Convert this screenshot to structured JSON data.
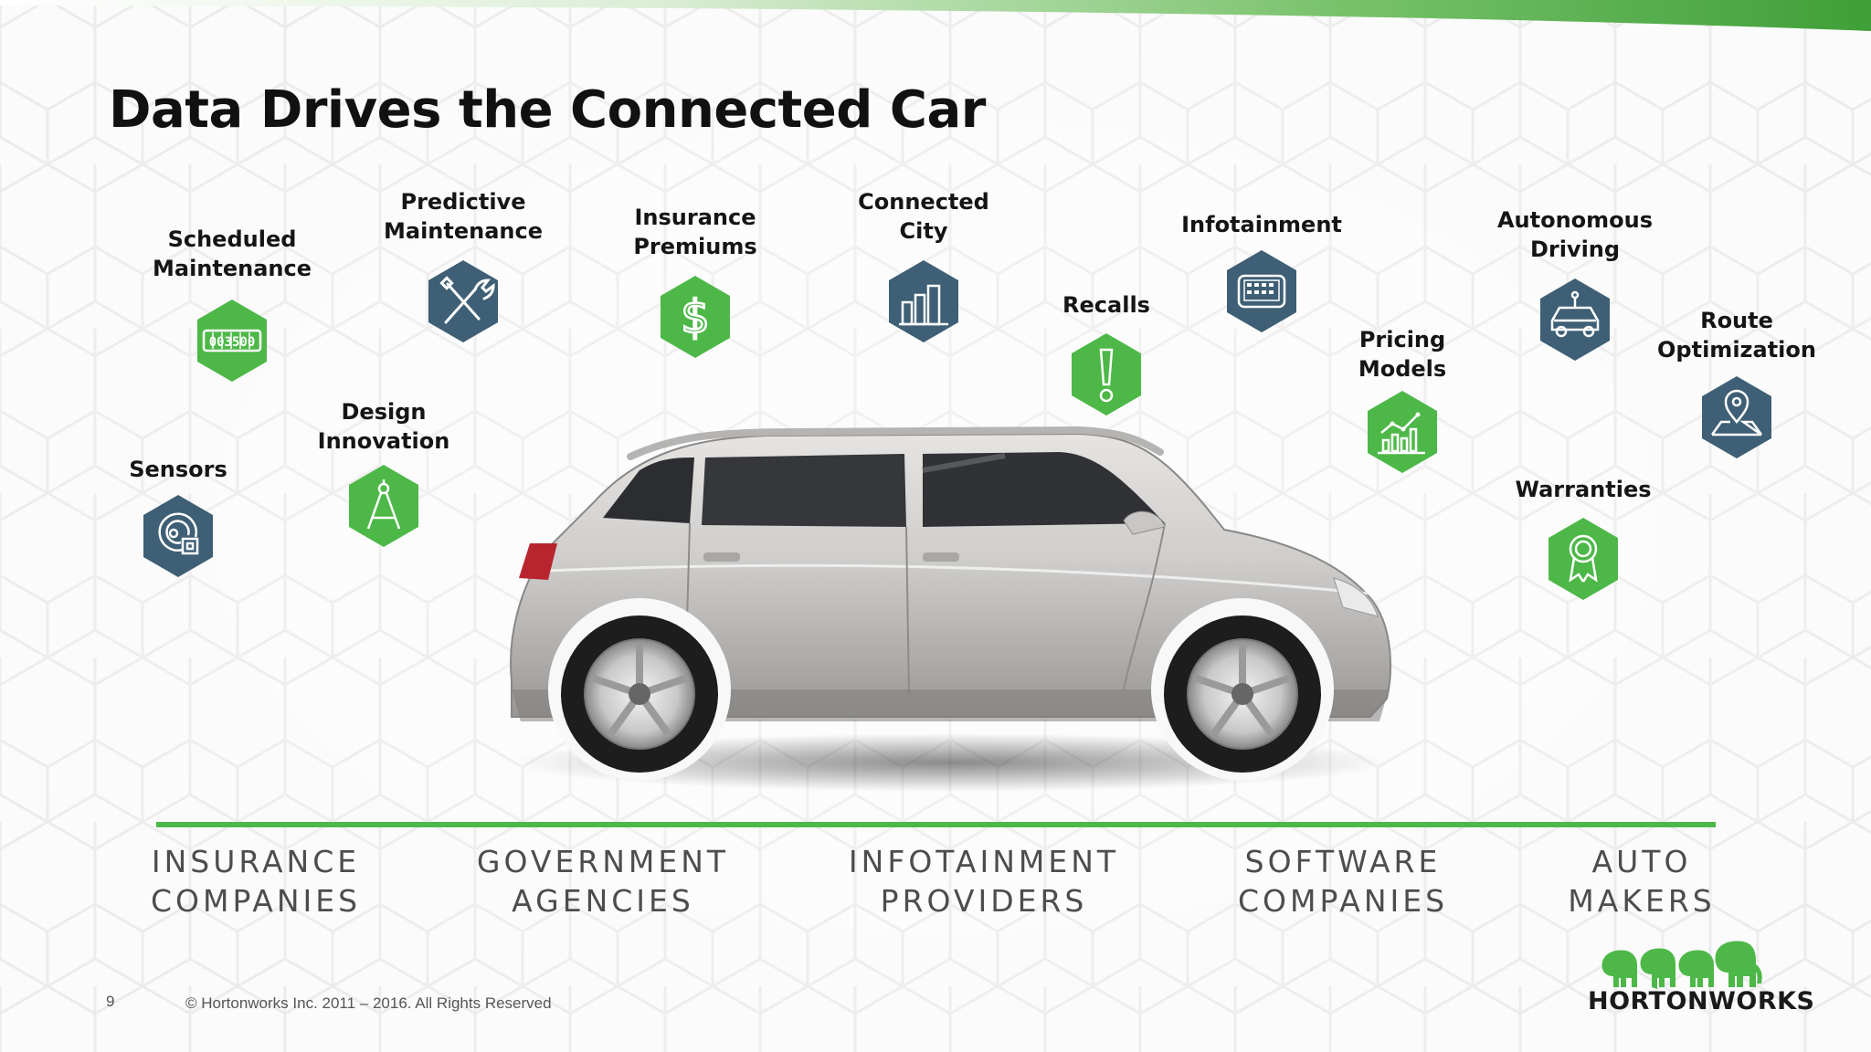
{
  "slide": {
    "title": "Data Drives the Connected Car",
    "page_number": "9",
    "copyright": "© Hortonworks Inc. 2011 – 2016. All Rights Reserved"
  },
  "colors": {
    "green": "#4db848",
    "navy": "#3e5f75",
    "top_bar_start": "#e8f4e3",
    "top_bar_end": "#3f9f38"
  },
  "features": [
    {
      "line1": "Scheduled",
      "line2": "Maintenance",
      "icon": "odometer-icon",
      "color": "green"
    },
    {
      "line1": "Predictive",
      "line2": "Maintenance",
      "icon": "wrench-screwdriver-icon",
      "color": "navy"
    },
    {
      "line1": "Insurance",
      "line2": "Premiums",
      "icon": "dollar-icon",
      "color": "green"
    },
    {
      "line1": "Connected",
      "line2": "City",
      "icon": "city-buildings-icon",
      "color": "navy"
    },
    {
      "line1": "Recalls",
      "line2": "",
      "icon": "exclamation-icon",
      "color": "green"
    },
    {
      "line1": "Infotainment",
      "line2": "",
      "icon": "dashboard-screen-icon",
      "color": "navy"
    },
    {
      "line1": "Pricing",
      "line2": "Models",
      "icon": "growth-chart-icon",
      "color": "green"
    },
    {
      "line1": "Autonomous",
      "line2": "Driving",
      "icon": "robot-car-icon",
      "color": "navy"
    },
    {
      "line1": "Route",
      "line2": "Optimization",
      "icon": "map-pin-icon",
      "color": "navy"
    },
    {
      "line1": "Sensors",
      "line2": "",
      "icon": "sensor-icon",
      "color": "navy"
    },
    {
      "line1": "Design",
      "line2": "Innovation",
      "icon": "compass-icon",
      "color": "green"
    },
    {
      "line1": "Warranties",
      "line2": "",
      "icon": "award-ribbon-icon",
      "color": "green"
    }
  ],
  "segments": [
    {
      "line1": "INSURANCE",
      "line2": "COMPANIES"
    },
    {
      "line1": "GOVERNMENT",
      "line2": "AGENCIES"
    },
    {
      "line1": "INFOTAINMENT",
      "line2": "PROVIDERS"
    },
    {
      "line1": "SOFTWARE",
      "line2": "COMPANIES"
    },
    {
      "line1": "AUTO",
      "line2": "MAKERS"
    }
  ],
  "odometer_reading": "003500",
  "logo": {
    "text": "HORTONWORKS"
  }
}
